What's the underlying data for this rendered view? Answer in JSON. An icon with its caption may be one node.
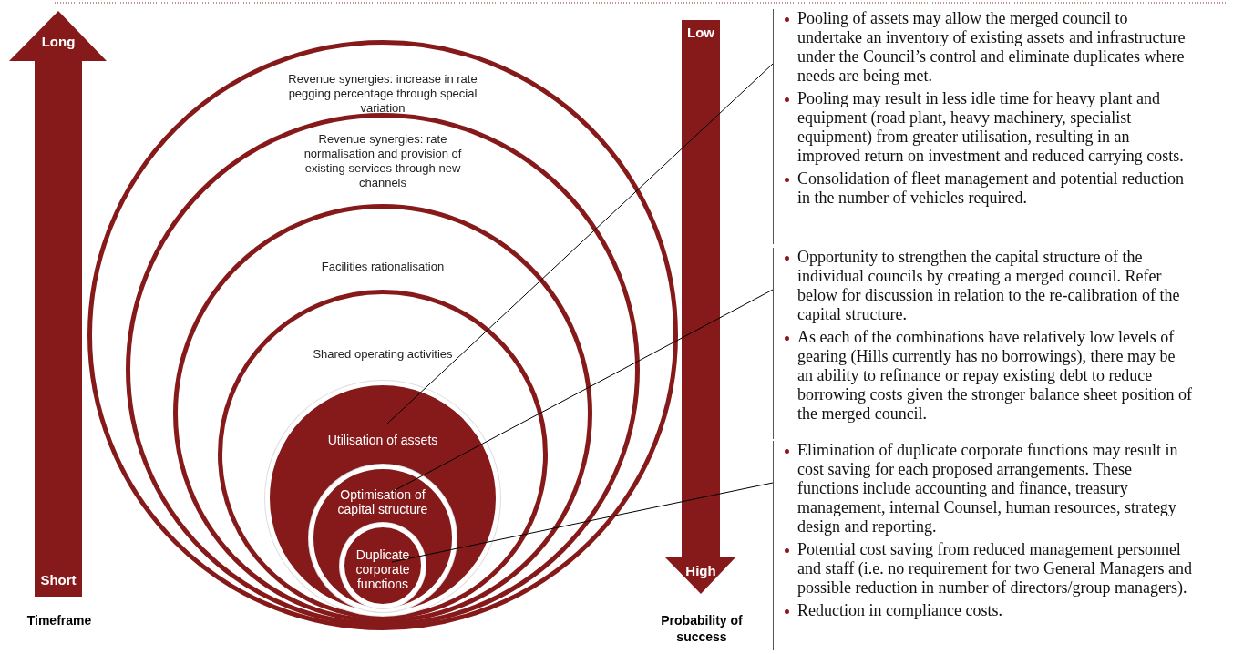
{
  "diagram": {
    "nodes": [
      {
        "text": [
          "Revenue synergies: increase in rate pegging percentage through special variation"
        ]
      },
      {
        "text": [
          "Revenue synergies: rate normalisation and provision of existing services through new channels"
        ],
        "in": 0
      },
      {
        "text": [
          "Facilities rationalisation"
        ],
        "in": 1
      },
      {
        "text": [
          "Shared operating activities"
        ],
        "in": 2
      },
      {
        "text": [
          "Utilisation of assets"
        ],
        "in": 3
      },
      {
        "text": [
          "Optimisation of capital structure"
        ],
        "in": 4
      },
      {
        "text": [
          "Duplicate corporate functions"
        ],
        "in": 5
      },
      {
        "text": [
          "Pooling of assets may allow the merged council to undertake an inventory of existing assets and infrastructure under the Council’s control and eliminate duplicates where needs are being met.",
          "Pooling may result in less idle time for heavy plant and equipment (road plant, heavy machinery, specialist equipment) from greater utilisation, resulting in an improved return on investment and  reduced carrying costs.",
          "Consolidation of fleet management and potential reduction in the number of vehicles required."
        ]
      },
      {
        "text": [
          "Opportunity to strengthen the capital structure of the individual councils by creating a merged council. Refer below for discussion in relation to the re-calibration of the capital structure.",
          "As each of the combinations have relatively low levels of gearing (Hills currently has no borrowings), there may be an ability to refinance  or repay existing debt to reduce borrowing costs given the stronger balance sheet position of the merged council."
        ]
      },
      {
        "text": [
          "Elimination of duplicate corporate functions may result in cost saving for each proposed arrangements. These functions include accounting and finance, treasury management, internal Counsel, human resources, strategy design and reporting.",
          "Potential cost saving from reduced management personnel and staff  (i.e. no requirement for two General Managers and possible reduction in number of directors/group managers).",
          "Reduction in compliance costs."
        ]
      }
    ],
    "edges": [
      {
        "from": 7,
        "to": 4,
        "arrow": "none"
      },
      {
        "from": 8,
        "to": 5,
        "arrow": "none"
      },
      {
        "from": 9,
        "to": 6,
        "arrow": "none"
      }
    ],
    "labels": [
      "Long",
      "Short",
      "Timeframe",
      "Low",
      "High",
      "Probability of success"
    ]
  }
}
